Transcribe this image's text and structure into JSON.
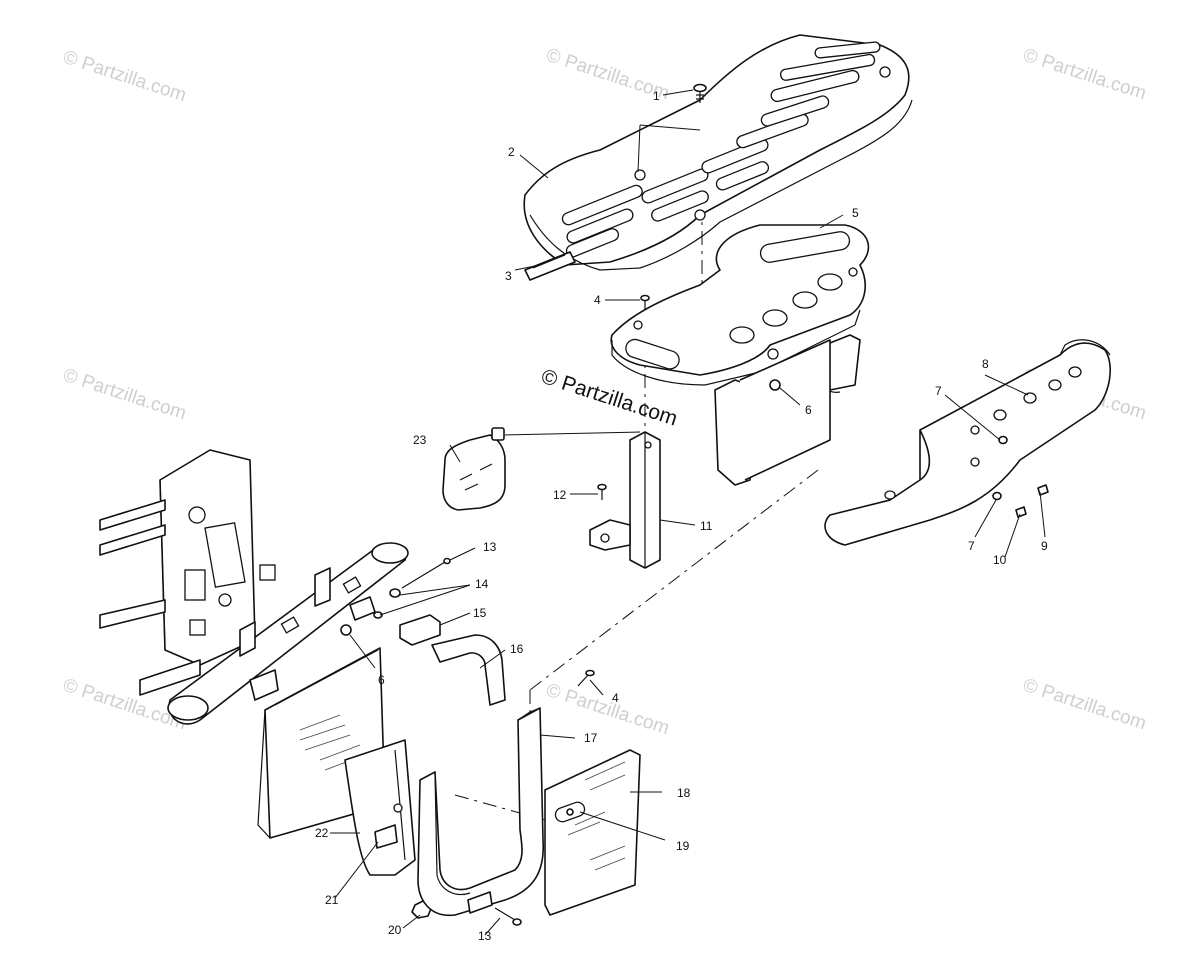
{
  "watermark": {
    "text": "© Partzilla.com",
    "center_text": "© Partzilla.com"
  },
  "callouts": [
    {
      "label": "1"
    },
    {
      "label": "2"
    },
    {
      "label": "3"
    },
    {
      "label": "4"
    },
    {
      "label": "5"
    },
    {
      "label": "4"
    },
    {
      "label": "6"
    },
    {
      "label": "8"
    },
    {
      "label": "7"
    },
    {
      "label": "23"
    },
    {
      "label": "12"
    },
    {
      "label": "11"
    },
    {
      "label": "9"
    },
    {
      "label": "7"
    },
    {
      "label": "10"
    },
    {
      "label": "13"
    },
    {
      "label": "14"
    },
    {
      "label": "15"
    },
    {
      "label": "16"
    },
    {
      "label": "6"
    },
    {
      "label": "17"
    },
    {
      "label": "18"
    },
    {
      "label": "19"
    },
    {
      "label": "22"
    },
    {
      "label": "21"
    },
    {
      "label": "20"
    },
    {
      "label": "13"
    }
  ]
}
